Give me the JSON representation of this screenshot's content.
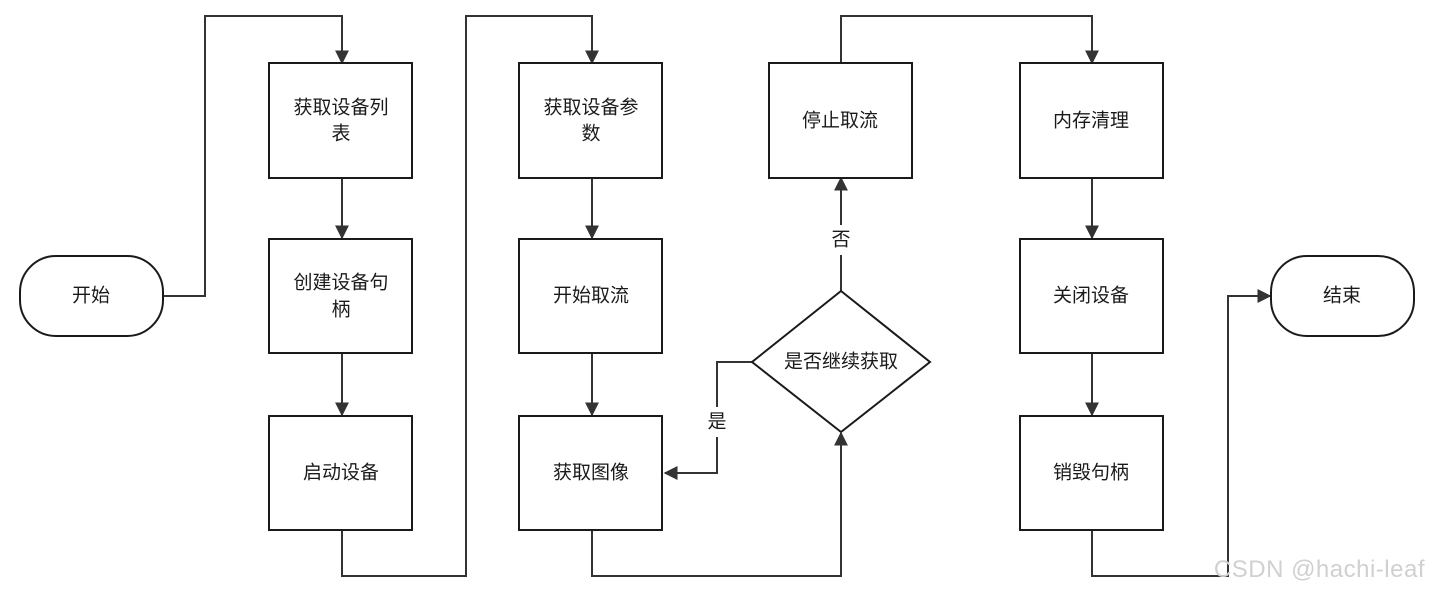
{
  "colors": {
    "stroke": "#1a1a1a",
    "edge": "#333333",
    "fill": "#ffffff",
    "watermark": "#d0d0d0"
  },
  "nodes": {
    "start": {
      "lines": [
        "开始"
      ]
    },
    "get_device_list": {
      "lines": [
        "获取设备列",
        "表"
      ]
    },
    "create_handle": {
      "lines": [
        "创建设备句",
        "柄"
      ]
    },
    "start_device": {
      "lines": [
        "启动设备"
      ]
    },
    "get_device_params": {
      "lines": [
        "获取设备参",
        "数"
      ]
    },
    "start_grab": {
      "lines": [
        "开始取流"
      ]
    },
    "grab_image": {
      "lines": [
        "获取图像"
      ]
    },
    "continue_grab": {
      "lines": [
        "是否继续获取"
      ]
    },
    "stop_grab": {
      "lines": [
        "停止取流"
      ]
    },
    "memory_cleanup": {
      "lines": [
        "内存清理"
      ]
    },
    "close_device": {
      "lines": [
        "关闭设备"
      ]
    },
    "destroy_handle": {
      "lines": [
        "销毁句柄"
      ]
    },
    "end": {
      "lines": [
        "结束"
      ]
    }
  },
  "edge_labels": {
    "yes": "是",
    "no": "否"
  },
  "watermark": "CSDN @hachi-leaf"
}
